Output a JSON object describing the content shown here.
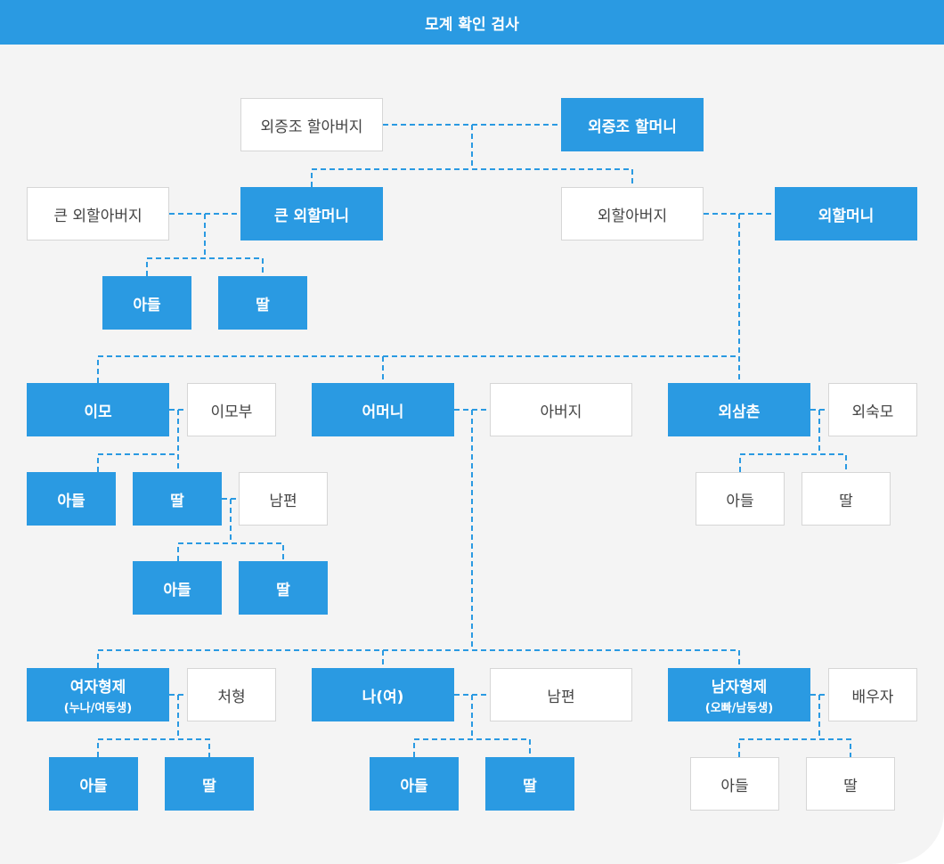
{
  "header": {
    "title": "모계 확인 검사"
  },
  "nodes": {
    "great_grandfather": "외증조 할아버지",
    "great_grandmother": "외증조 할머니",
    "great_uncle": "큰 외할아버지",
    "great_aunt": "큰 외할머니",
    "great_aunt_son": "아들",
    "great_aunt_daughter": "딸",
    "grandfather": "외할아버지",
    "grandmother": "외할머니",
    "aunt": "이모",
    "aunt_husband": "이모부",
    "aunt_son": "아들",
    "aunt_daughter": "딸",
    "cousin_husband": "남편",
    "cousin_son": "아들",
    "cousin_daughter": "딸",
    "mother": "어머니",
    "father": "아버지",
    "uncle": "외삼촌",
    "uncle_wife": "외숙모",
    "uncle_son": "아들",
    "uncle_daughter": "딸",
    "sister": "여자형제",
    "sister_sub": "(누나/여동생)",
    "sister_husband": "처형",
    "sister_son": "아들",
    "sister_daughter": "딸",
    "me": "나(여)",
    "my_husband": "남편",
    "my_son": "아들",
    "my_daughter": "딸",
    "brother": "남자형제",
    "brother_sub": "(오빠/남동생)",
    "brother_wife": "배우자",
    "brother_son": "아들",
    "brother_daughter": "딸"
  },
  "colors": {
    "accent": "#2a9ae2",
    "line": "#2a9ae2",
    "background": "#f4f4f4"
  }
}
